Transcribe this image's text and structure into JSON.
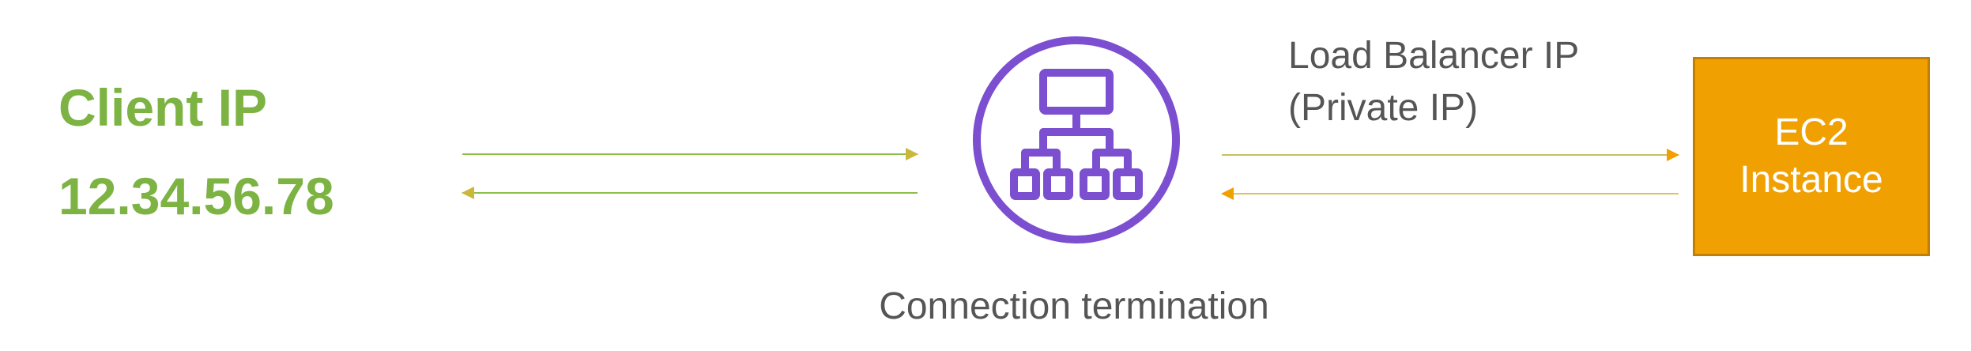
{
  "client": {
    "title": "Client IP",
    "ip": "12.34.56.78"
  },
  "load_balancer": {
    "label_line1": "Load Balancer IP",
    "label_line2": "(Private IP)",
    "caption": "Connection termination"
  },
  "ec2": {
    "line1": "EC2",
    "line2": "Instance"
  },
  "colors": {
    "client": "#7cb342",
    "lb": "#7b4fd0",
    "ec2": "#f0a000",
    "arrow_green": "#8dc04a",
    "arrow_orange": "#f0a000"
  }
}
